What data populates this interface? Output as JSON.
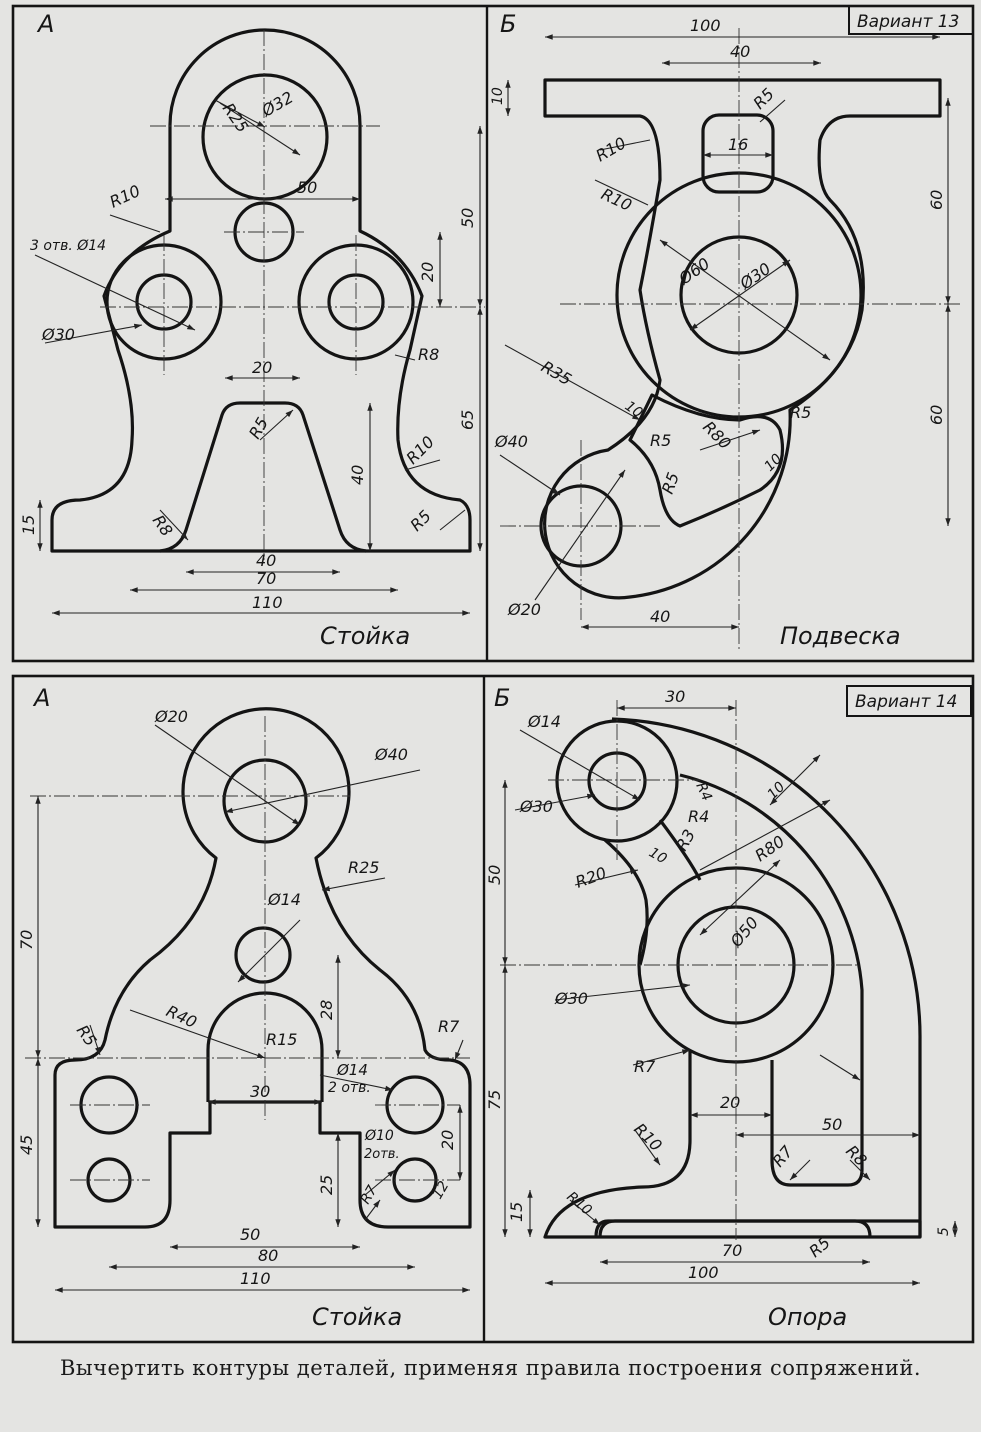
{
  "caption": "Вычертить контуры деталей, применяя правила построения сопряжений.",
  "sheets": [
    {
      "variant": "Вариант 13",
      "panelA": {
        "letter": "А",
        "name": "Стойка",
        "dims": [
          "R25",
          "Ø32",
          "R10",
          "3 отв. Ø14",
          "50",
          "50",
          "20",
          "Ø30",
          "R8",
          "20",
          "R5",
          "65",
          "40",
          "R10",
          "15",
          "R8",
          "R5",
          "40",
          "70",
          "110"
        ]
      },
      "panelB": {
        "letter": "Б",
        "name": "Подвеска",
        "dims": [
          "100",
          "40",
          "10",
          "R5",
          "16",
          "R10",
          "R10",
          "60",
          "Ø60",
          "Ø30",
          "R35",
          "60",
          "10",
          "R5",
          "R80",
          "R5",
          "Ø40",
          "R5",
          "10",
          "Ø20",
          "40"
        ]
      }
    },
    {
      "variant": "Вариант 14",
      "panelA": {
        "letter": "А",
        "name": "Стойка",
        "dims": [
          "Ø20",
          "Ø40",
          "R25",
          "70",
          "Ø14",
          "28",
          "R5",
          "R40",
          "R15",
          "R7",
          "Ø14",
          "2 отв.",
          "30",
          "45",
          "Ø10",
          "2отв.",
          "20",
          "25",
          "R7",
          "12",
          "50",
          "80",
          "110"
        ]
      },
      "panelB": {
        "letter": "Б",
        "name": "Опора",
        "dims": [
          "30",
          "Ø14",
          "R4",
          "10",
          "Ø30",
          "R4",
          "R3",
          "R80",
          "50",
          "R20",
          "10",
          "Ø50",
          "Ø30",
          "R7",
          "75",
          "20",
          "50",
          "R10",
          "R7",
          "R8",
          "15",
          "R10",
          "5",
          "70",
          "R5",
          "100"
        ]
      }
    }
  ]
}
